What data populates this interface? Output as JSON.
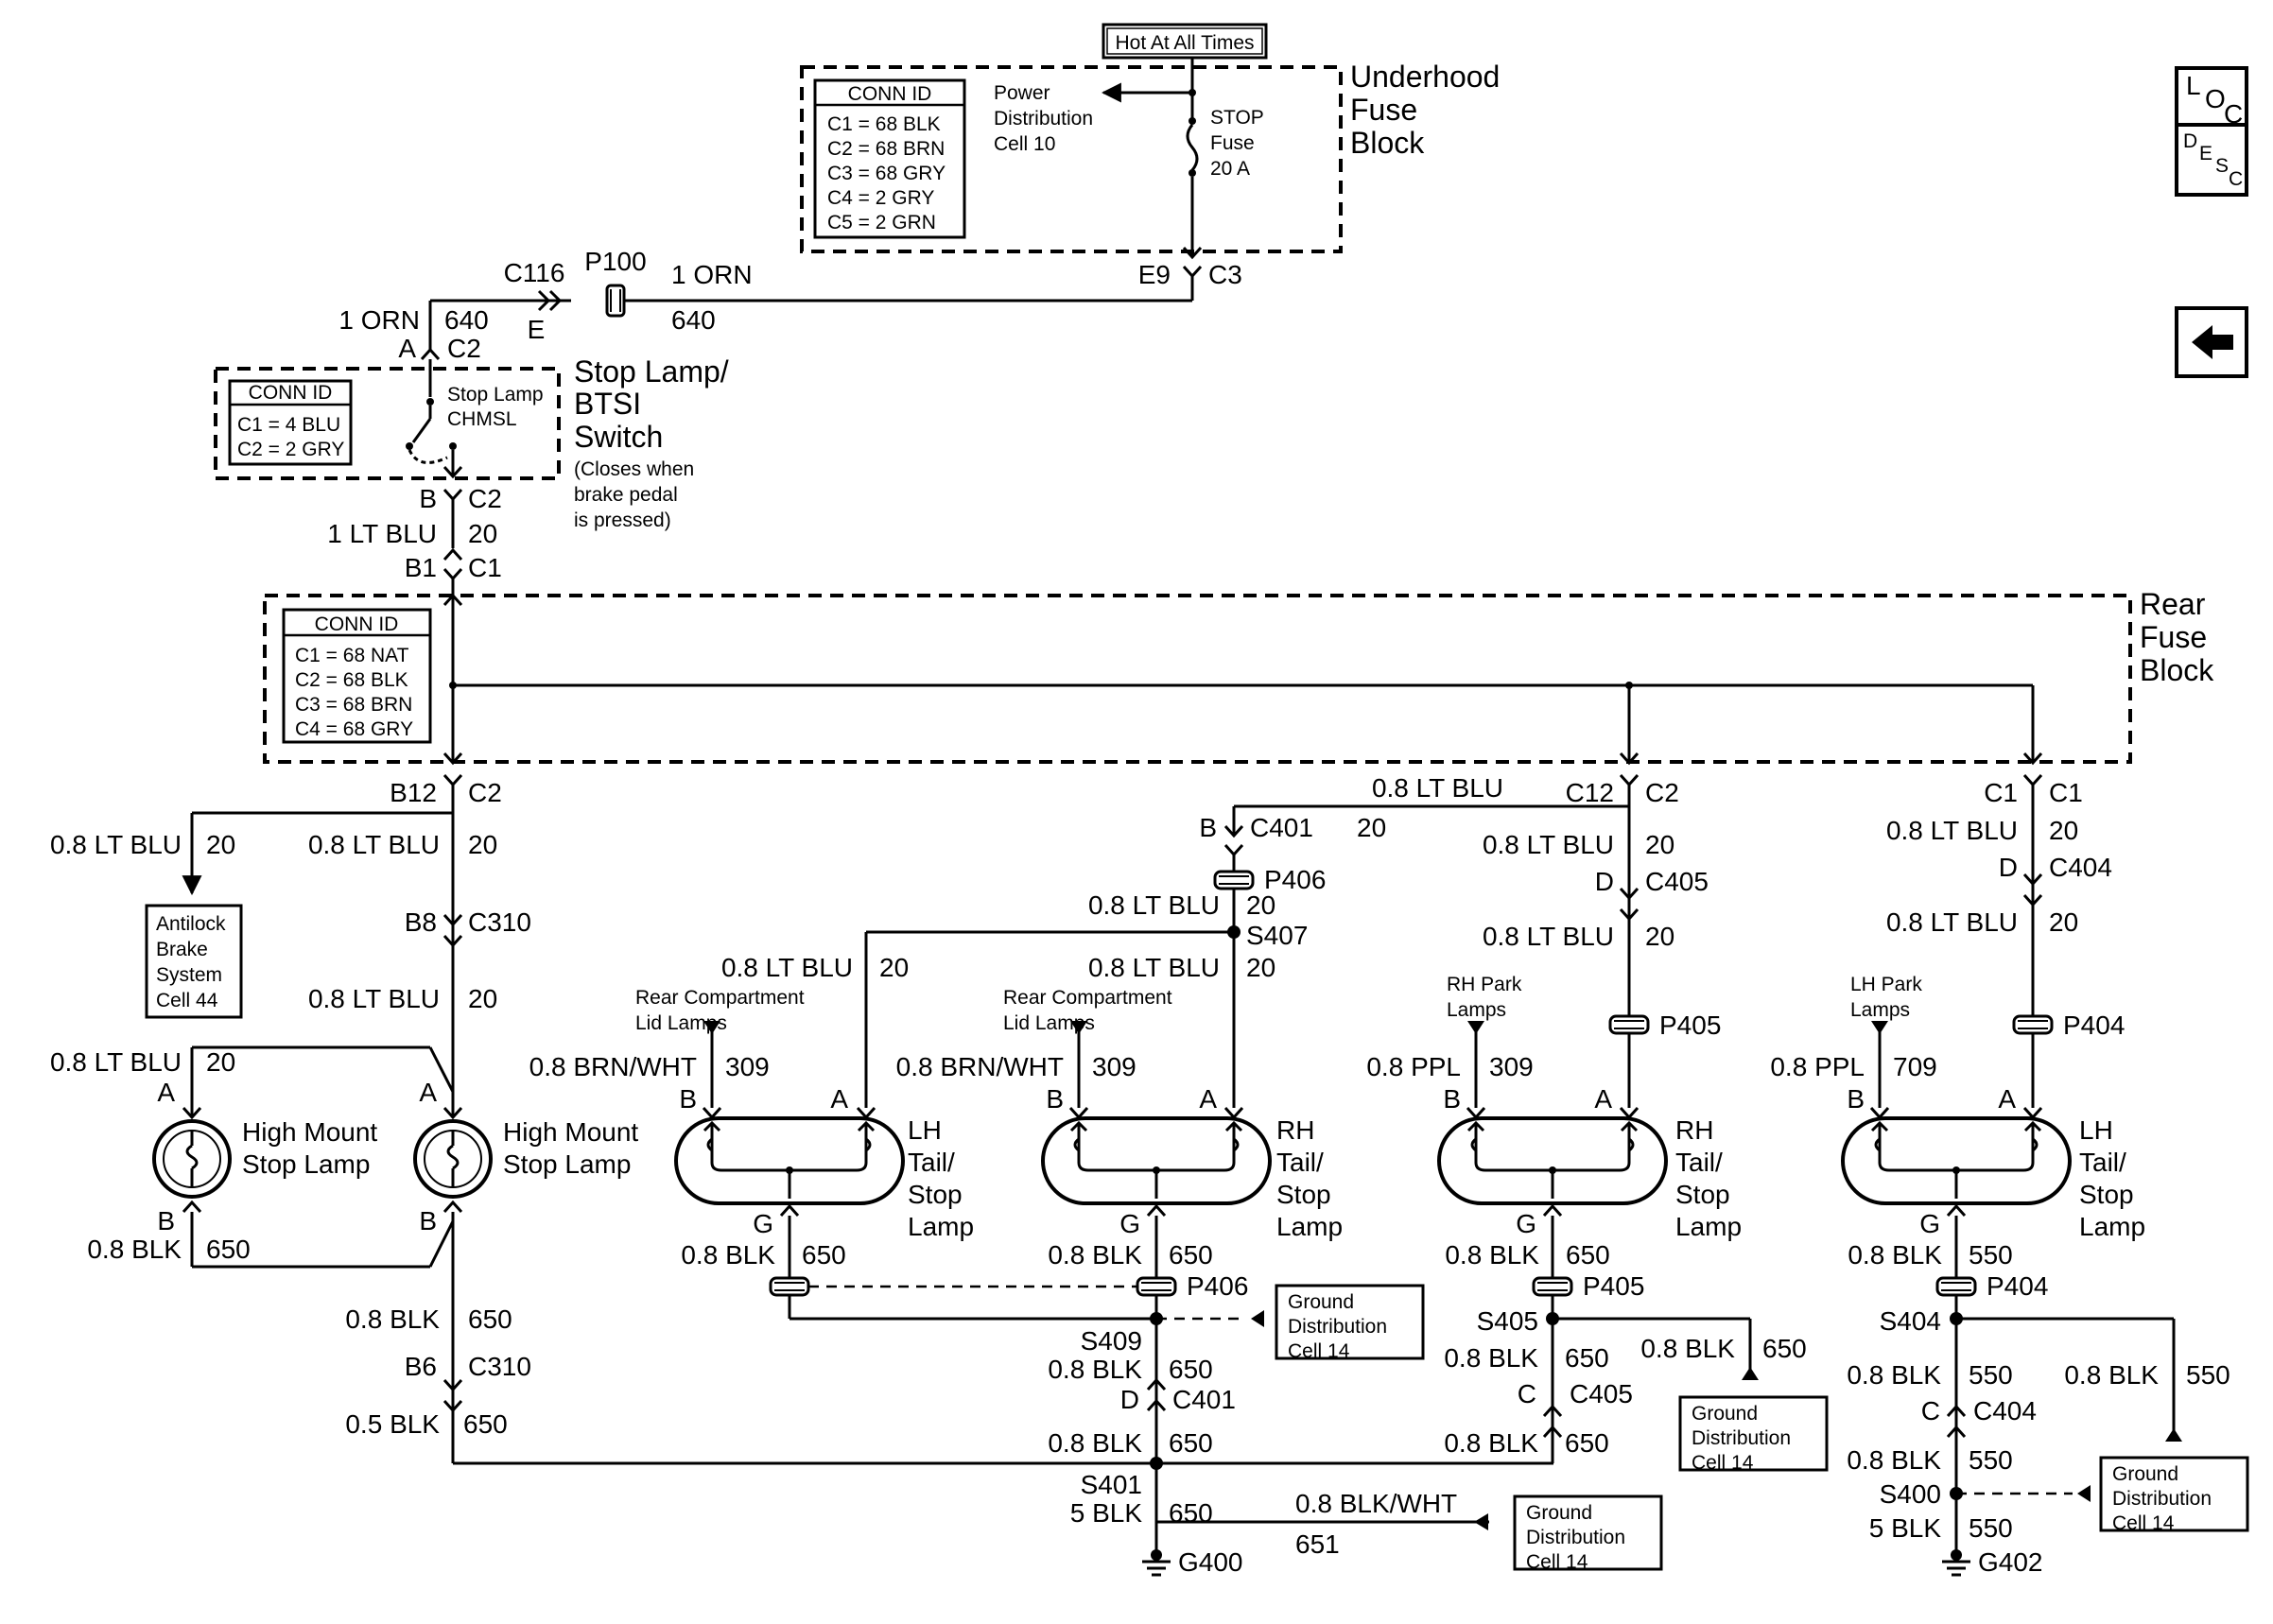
{
  "header": {
    "hot_label": "Hot At All Times",
    "underhood": [
      "Underhood",
      "Fuse",
      "Block"
    ],
    "power_dist": [
      "Power",
      "Distribution",
      "Cell 10"
    ],
    "stop_fuse": [
      "STOP",
      "Fuse",
      "20 A"
    ],
    "conn_id_title": "CONN ID",
    "underhood_conn": [
      "C1 = 68 BLK",
      "C2 = 68 BRN",
      "C3 = 68 GRY",
      "C4 = 2 GRY",
      "C5 = 2 GRN"
    ]
  },
  "nav": {
    "loc": [
      "L",
      "O",
      "C"
    ],
    "desc": [
      "D",
      "E",
      "S",
      "C"
    ],
    "back_icon": "left-arrow-icon"
  },
  "top_wire": {
    "c116": "C116",
    "p100": "P100",
    "e": "E",
    "wire1": "1 ORN",
    "circ1": "640",
    "e9": "E9",
    "c3": "C3",
    "wire2": "1 ORN",
    "circ2": "640",
    "a": "A",
    "c2": "C2"
  },
  "switch": {
    "name": [
      "Stop Lamp/",
      "BTSI",
      "Switch"
    ],
    "note": [
      "(Closes when",
      "brake pedal",
      "is pressed)"
    ],
    "inner": [
      "Stop Lamp",
      "CHMSL"
    ],
    "conn_id_title": "CONN ID",
    "conn": [
      "C1 = 4 BLU",
      "C2 = 2 GRY"
    ],
    "b": "B",
    "c2": "C2",
    "wire": "1 LT BLU",
    "circ": "20",
    "b1": "B1",
    "c1": "C1"
  },
  "rear_fuse": {
    "name": [
      "Rear",
      "Fuse",
      "Block"
    ],
    "conn_id_title": "CONN ID",
    "conn": [
      "C1 = 68 NAT",
      "C2 = 68 BLK",
      "C3 = 68 BRN",
      "C4 = 68 GRY"
    ]
  },
  "left": {
    "b12": "B12",
    "c2": "C2",
    "abs_wire": "0.8 LT BLU",
    "abs_circ": "20",
    "abs_box": [
      "Antilock",
      "Brake",
      "System",
      "Cell 44"
    ],
    "main_wire": "0.8 LT BLU",
    "main_circ": "20",
    "b8": "B8",
    "c310": "C310",
    "wire3": "0.8 LT BLU",
    "circ3": "20",
    "hm_wire": "0.8 LT BLU",
    "hm_circ": "20",
    "hm1_a": "A",
    "hm1_b": "B",
    "hm2_a": "A",
    "hm2_b": "B",
    "hm1_name": [
      "High Mount",
      "Stop Lamp"
    ],
    "hm2_name": [
      "High Mount",
      "Stop Lamp"
    ],
    "hm_gnd_wire": "0.8 BLK",
    "hm_gnd_circ": "650",
    "gnd_wire": "0.8 BLK",
    "gnd_circ": "650",
    "b6": "B6",
    "c310b": "C310",
    "gnd2_wire": "0.5 BLK",
    "gnd2_circ": "650"
  },
  "rear_c2": {
    "c12": "C12",
    "c2": "C2",
    "c401_wire": "0.8 LT BLU",
    "c401_circ": "20",
    "b": "B",
    "c401": "C401",
    "p406": "P406",
    "p406_wire": "0.8 LT BLU",
    "p406_circ": "20",
    "s407": "S407",
    "c405_wire": "0.8 LT BLU",
    "c405_circ": "20",
    "d": "D",
    "c405": "C405",
    "c405_wire2": "0.8 LT BLU",
    "c405_circ2": "20",
    "p405": "P405"
  },
  "rear_c1": {
    "c1a": "C1",
    "c1b": "C1",
    "wire": "0.8 LT BLU",
    "circ": "20",
    "d": "D",
    "c404": "C404",
    "wire2": "0.8 LT BLU",
    "circ2": "20",
    "p404": "P404"
  },
  "lamps": [
    {
      "feed_wire": "0.8 LT BLU",
      "feed_circ": "20",
      "lid_label": [
        "Rear Compartment",
        "Lid Lamps"
      ],
      "park_wire": "0.8 BRN/WHT",
      "park_circ": "309",
      "b": "B",
      "a": "A",
      "g": "G",
      "name": [
        "LH",
        "Tail/",
        "Stop",
        "Lamp"
      ],
      "gnd_wire": "0.8 BLK",
      "gnd_circ": "650"
    },
    {
      "feed_wire": "0.8 LT BLU",
      "feed_circ": "20",
      "lid_label": [
        "Rear Compartment",
        "Lid Lamps"
      ],
      "park_wire": "0.8 BRN/WHT",
      "park_circ": "309",
      "b": "B",
      "a": "A",
      "g": "G",
      "name": [
        "RH",
        "Tail/",
        "Stop",
        "Lamp"
      ],
      "gnd_wire": "0.8 BLK",
      "gnd_circ": "650"
    },
    {
      "lid_label": [
        "RH Park",
        "Lamps"
      ],
      "park_wire": "0.8 PPL",
      "park_circ": "309",
      "b": "B",
      "a": "A",
      "g": "G",
      "name": [
        "RH",
        "Tail/",
        "Stop",
        "Lamp"
      ],
      "gnd_wire": "0.8 BLK",
      "gnd_circ": "650"
    },
    {
      "lid_label": [
        "LH Park",
        "Lamps"
      ],
      "park_wire": "0.8 PPL",
      "park_circ": "709",
      "b": "B",
      "a": "A",
      "g": "G",
      "name": [
        "LH",
        "Tail/",
        "Stop",
        "Lamp"
      ],
      "gnd_wire": "0.8 BLK",
      "gnd_circ": "550"
    }
  ],
  "grounds": {
    "p406": "P406",
    "gd1": [
      "Ground",
      "Distribution",
      "Cell 14"
    ],
    "s409": "S409",
    "s409_wire": "0.8 BLK",
    "s409_circ": "650",
    "d": "D",
    "c401": "C401",
    "s401_wire": "0.8 BLK",
    "s401_circ": "650",
    "s401": "S401",
    "g400_wire": "5 BLK",
    "g400_circ": "650",
    "g400": "G400",
    "blkwht_wire": "0.8 BLK/WHT",
    "blkwht_circ": "651",
    "gd2": [
      "Ground",
      "Distribution",
      "Cell 14"
    ],
    "p405": "P405",
    "s405": "S405",
    "s405_wire": "0.8 BLK",
    "s405_circ": "650",
    "s405_right_wire": "0.8 BLK",
    "s405_right_circ": "650",
    "gd3": [
      "Ground",
      "Distribution",
      "Cell 14"
    ],
    "c": "C",
    "c405": "C405",
    "c405_wire": "0.8 BLK",
    "c405_circ": "650",
    "p404": "P404",
    "s404": "S404",
    "s404_wire": "0.8 BLK",
    "s404_circ": "550",
    "s404_right_wire": "0.8 BLK",
    "s404_right_circ": "550",
    "c2": "C",
    "c404": "C404",
    "s400_wire": "0.8 BLK",
    "s400_circ": "550",
    "s400": "S400",
    "gd4": [
      "Ground",
      "Distribution",
      "Cell 14"
    ],
    "g402_wire": "5 BLK",
    "g402_circ": "550",
    "g402": "G402"
  }
}
